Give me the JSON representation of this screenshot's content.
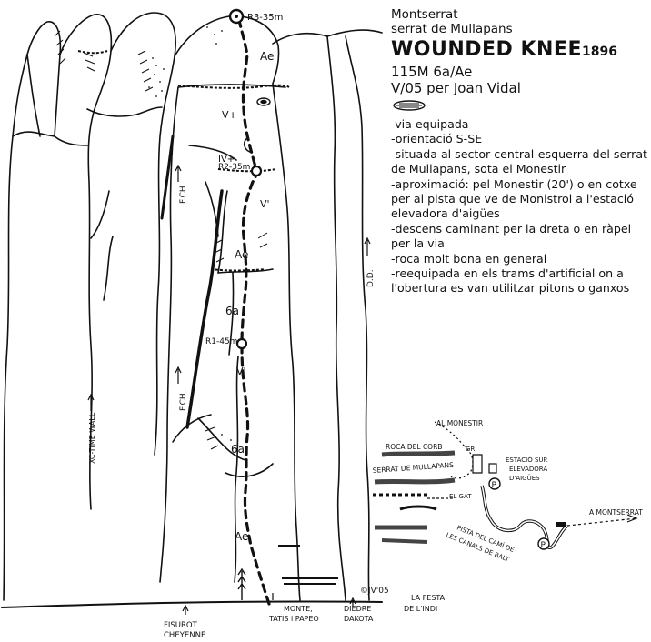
{
  "info": {
    "location_line1": "Montserrat",
    "location_line2": "serrat de Mullapans",
    "route_name": "WOUNDED KNEE",
    "route_year": "1896",
    "length_grade": "115M 6a/Ae",
    "oblig_grade": "V/05 per Joan Vidal",
    "notes": [
      "-via equipada",
      "-orientació S-SE",
      "-situada al sector central-esquerra del serrat de Mullapans, sota el Monestir",
      "-aproximació: pel Monestir (20') o en cotxe per al pista que ve de Monistrol a l'estació elevadora d'aigües",
      "-descens caminant per la dreta o en ràpel per la via",
      "-roca molt bona en general",
      "-reequipada en els trams d'artificial on a l'obertura es van utilitzar pitons o ganxos"
    ]
  },
  "topo": {
    "belays": [
      {
        "label": "R3-35m"
      },
      {
        "label": "R2-35m"
      },
      {
        "label": "R1-45m"
      }
    ],
    "pitch_grades": [
      "Ae",
      "V+",
      "IV+",
      "V'",
      "Ae",
      "6a",
      "V'",
      "6a",
      "Ae"
    ],
    "neighbor_routes": {
      "fch_upper": "F.CH",
      "fch_lower": "F.CH",
      "dd": "D.D.",
      "xc_wall": "XC-TIME WALL"
    },
    "bottom_labels": {
      "fisurot": [
        "FISUROT",
        "CHEYENNE"
      ],
      "monte": [
        "MONTE,",
        "TATIS i PAPEO"
      ],
      "diedre": [
        "DIEDRE",
        "DAKOTA"
      ],
      "festa": [
        "LA FESTA",
        "DE L'INDI"
      ]
    },
    "copyright": "©JV'05"
  },
  "map": {
    "al_monestir": "AL MONESTIR",
    "roca_del_corb": "ROCA DEL CORB",
    "serrat_mullapans": "SERRAT DE MULLAPANS",
    "estacio": [
      "ESTACIÓ SUP.",
      "ELEVADORA",
      "D'AIGÜES"
    ],
    "el_gat": "EL GAT",
    "gr": "GR",
    "pista": [
      "PISTA DEL CAMÍ DE",
      "LES CANALS DE BALT"
    ],
    "a_montserrat": "A MONTSERRAT",
    "parking": "P"
  }
}
